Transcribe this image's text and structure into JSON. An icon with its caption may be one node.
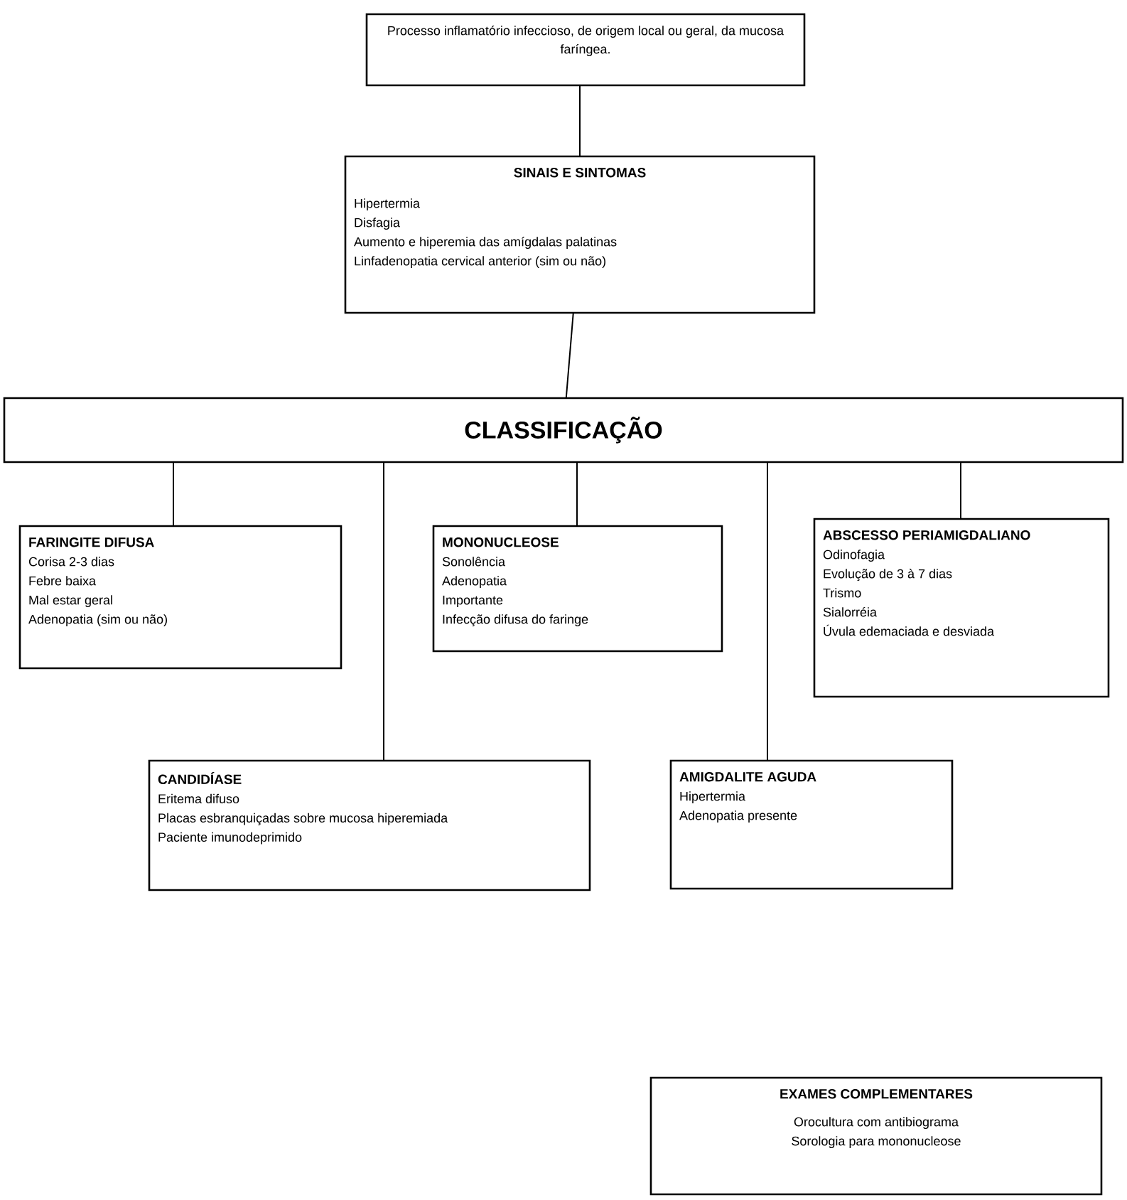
{
  "diagram": {
    "nodes": [
      {
        "text": [
          "Processo inflamatório infeccioso, de origem local ou geral, da mucosa faríngea."
        ]
      },
      {
        "text": [
          "SINAIS E SINTOMAS",
          "Hipertermia",
          "Disfagia",
          "Aumento e hiperemia das amígdalas palatinas",
          "Linfadenopatia cervical anterior (sim ou não)"
        ]
      },
      {
        "text": [
          "CLASSIFICAÇÃO"
        ]
      },
      {
        "text": [
          "FARINGITE DIFUSA",
          "Corisa 2-3 dias",
          "Febre baixa",
          "Mal estar geral",
          "Adenopatia (sim ou não)"
        ]
      },
      {
        "text": [
          "MONONUCLEOSE",
          "Sonolência",
          "Adenopatia",
          "Importante",
          "Infecção difusa do faringe"
        ]
      },
      {
        "text": [
          "ABSCESSO PERIAMIGDALIANO",
          "Odinofagia",
          "Evolução de 3 à 7 dias",
          "Trismo",
          "Sialorréia",
          "Úvula edemaciada e desviada"
        ]
      },
      {
        "text": [
          "CANDIDÍASE",
          "Eritema difuso",
          "Placas esbranquiçadas sobre mucosa hiperemiada",
          "Paciente imunodeprimido"
        ]
      },
      {
        "text": [
          "AMIGDALITE AGUDA",
          "Hipertermia",
          "Adenopatia presente"
        ]
      },
      {
        "text": [
          "EXAMES COMPLEMENTARES",
          "Orocultura com antibiograma",
          "Sorologia para mononucleose"
        ]
      }
    ],
    "edges": [
      {
        "from": 0,
        "to": 1,
        "arrow": "none"
      },
      {
        "from": 1,
        "to": 2,
        "arrow": "none"
      },
      {
        "from": 2,
        "to": 3,
        "arrow": "none"
      },
      {
        "from": 2,
        "to": 6,
        "arrow": "none"
      },
      {
        "from": 2,
        "to": 4,
        "arrow": "none"
      },
      {
        "from": 2,
        "to": 7,
        "arrow": "none"
      },
      {
        "from": 2,
        "to": 5,
        "arrow": "none"
      }
    ]
  }
}
